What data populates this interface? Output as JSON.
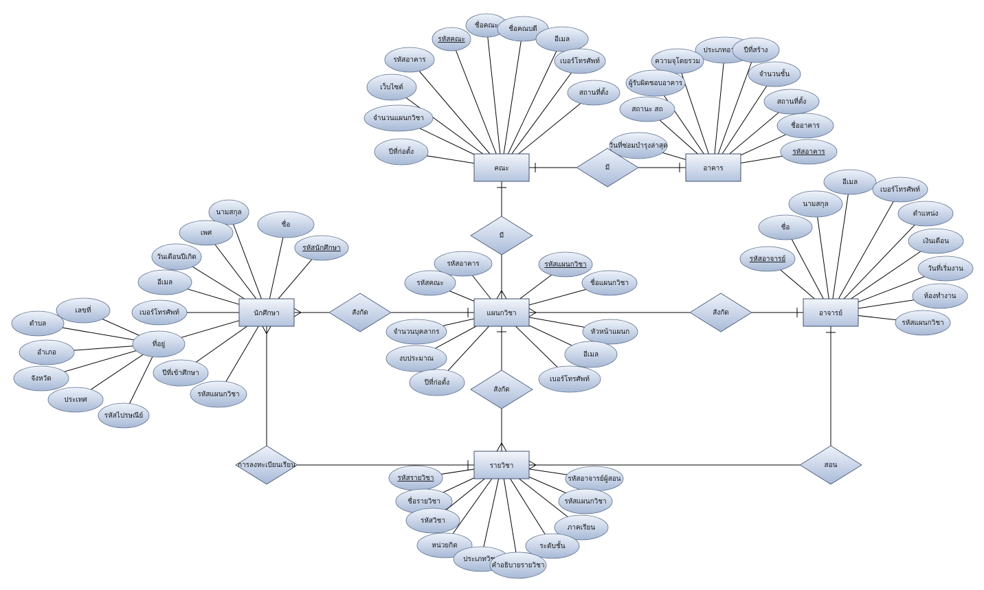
{
  "entities": {
    "faculty": "คณะ",
    "building": "อาคาร",
    "department": "แผนกวิชา",
    "student": "นักศึกษา",
    "teacher": "อาจารย์",
    "course": "รายวิชา"
  },
  "relationships": {
    "faculty_building": "มี",
    "faculty_department": "มี",
    "student_department": "สังกัด",
    "department_teacher": "สังกัด",
    "course_department": "สังกัด",
    "enrollment": "การลงทะเบียนเรียน",
    "teaches": "สอน"
  },
  "attributes": {
    "faculty": {
      "faculty_id": "รหัสคณะ",
      "name": "ชื่อคณะ",
      "dean": "ชื่อคณบดี",
      "email": "อีเมล",
      "phone": "เบอร์โทรศัพท์",
      "location": "สถานที่ตั้ง",
      "building_id": "รหัสอาคาร",
      "website": "เว็บไซต์",
      "dept_count": "จำนวนแผนกวิชา",
      "founded": "ปีที่ก่อตั้ง"
    },
    "building": {
      "type": "ประเภทอาคาร",
      "built_year": "ปีที่สร้าง",
      "total_area": "ความจุโดยรวม",
      "floors": "จำนวนชั้น",
      "manager": "ผู้รับผิดชอบอาคาร",
      "location": "สถานที่ตั้ง",
      "status": "สถานะ สถ",
      "name": "ชื่ออาคาร",
      "maintenance": "วันที่ซ่อมบำรุงล่าสุด",
      "building_id": "รหัสอาคาร"
    },
    "department": {
      "building_id": "รหัสอาคาร",
      "dept_id": "รหัสแผนกวิชา",
      "faculty_id": "รหัสคณะ",
      "name": "ชื่อแผนกวิชา",
      "staff": "จำนวนบุคลากร",
      "head": "หัวหน้าแผนก",
      "budget": "งบประมาณ",
      "email": "อีเมล",
      "founded": "ปีที่ก่อตั้ง",
      "phone": "เบอร์โทรศัพท์"
    },
    "student": {
      "lastname": "นามสกุล",
      "gender": "เพศ",
      "firstname": "ชื่อ",
      "student_id": "รหัสนักศึกษา",
      "birthdate": "วันเดือนปีเกิด",
      "email": "อีเมล",
      "phone": "เบอร์โทรศัพท์",
      "address": "ที่อยู่",
      "enroll_year": "ปีที่เข้าศึกษา",
      "dept_id": "รหัสแผนกวิชา"
    },
    "address": {
      "house_no": "เลขที่",
      "subdistrict": "ตำบล",
      "district": "อำเภอ",
      "province": "จังหวัด",
      "country": "ประเทศ",
      "postcode": "รหัสไปรษณีย์"
    },
    "teacher": {
      "email": "อีเมล",
      "phone": "เบอร์โทรศัพท์",
      "lastname": "นามสกุล",
      "position": "ตำแหน่ง",
      "firstname": "ชื่อ",
      "salary": "เงินเดือน",
      "teacher_id": "รหัสอาจารย์",
      "start_date": "วันที่เริ่มงาน",
      "office": "ห้องทำงาน",
      "dept_id": "รหัสแผนกวิชา"
    },
    "course": {
      "course_id": "รหัสรายวิชา",
      "teacher_id": "รหัสอาจารย์ผู้สอน",
      "name": "ชื่อรายวิชา",
      "dept_id": "รหัสแผนกวิชา",
      "subject_code": "รหัสวิชา",
      "semester": "ภาคเรียน",
      "credits": "หน่วยกิต",
      "level": "ระดับชั้น",
      "type": "ประเภทวิชา",
      "description": "คำอธิบายรายวิชา"
    }
  },
  "colors": {
    "fill_light": "#e8eef8",
    "fill_dark": "#a9bbd8",
    "stroke": "#3f4f6b",
    "line": "#000000"
  }
}
